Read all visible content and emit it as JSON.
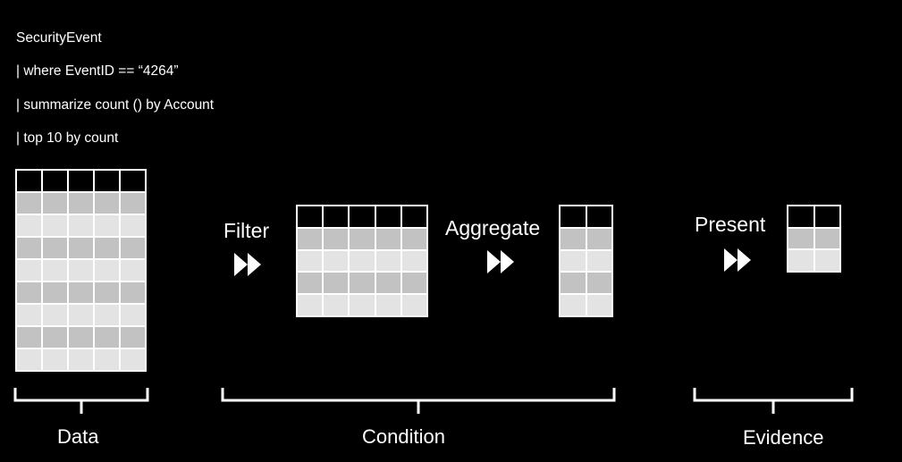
{
  "query": {
    "lines": [
      "SecurityEvent",
      "| where EventID == “4264”",
      "| summarize count () by Account",
      "| top 10 by count"
    ]
  },
  "steps": {
    "filter": "Filter",
    "aggregate": "Aggregate",
    "present": "Present"
  },
  "brackets": {
    "data": "Data",
    "condition": "Condition",
    "evidence": "Evidence"
  },
  "icons": {
    "step_arrow": "fast-forward-icon"
  },
  "colors": {
    "background": "#000000",
    "foreground": "#ffffff",
    "row_dark": "#c2c2c2",
    "row_light": "#e3e3e3"
  },
  "tables": {
    "data": {
      "columns": 5,
      "data_rows": 8
    },
    "filter": {
      "columns": 5,
      "data_rows": 4
    },
    "aggregate": {
      "columns": 2,
      "data_rows": 4
    },
    "evidence": {
      "columns": 2,
      "data_rows": 2
    }
  }
}
